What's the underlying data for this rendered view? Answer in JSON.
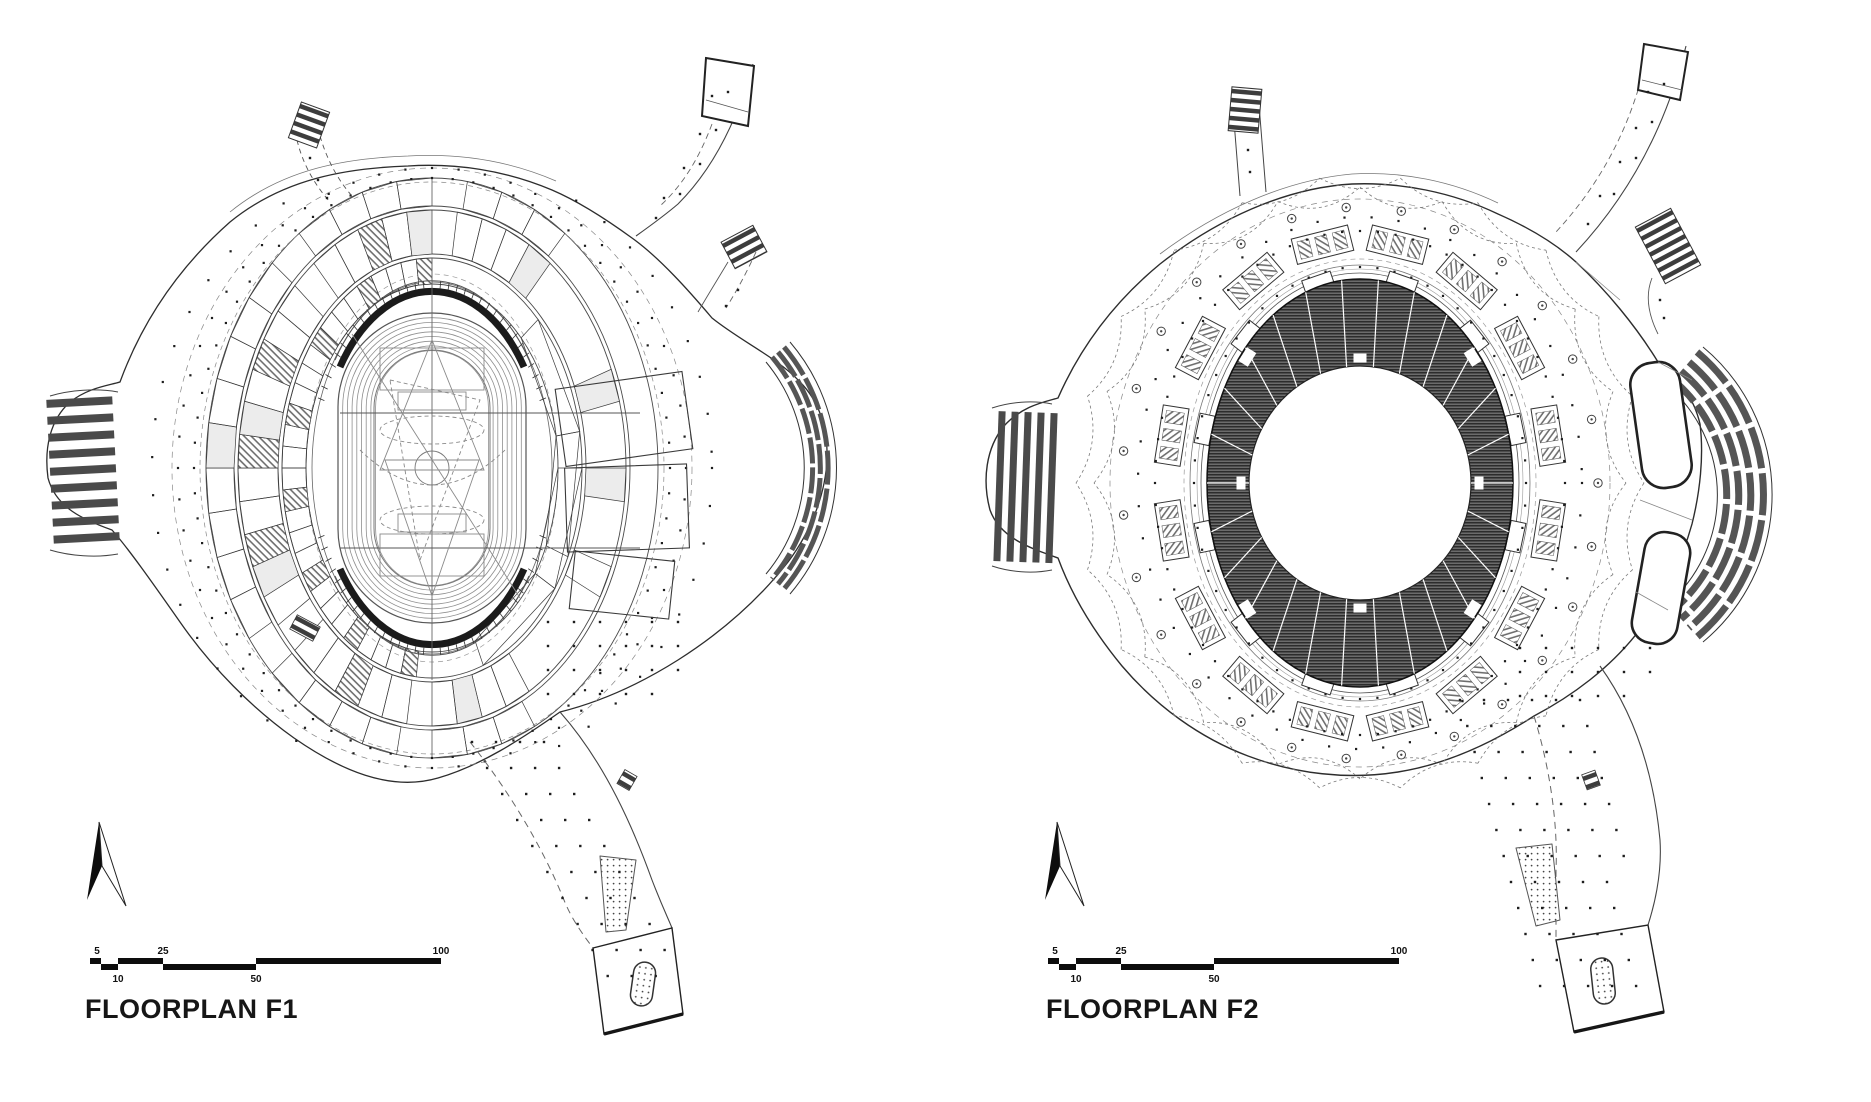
{
  "page": {
    "background": "#ffffff"
  },
  "colors": {
    "ink": "#1f1f1f",
    "line_mid": "#4a4a4a",
    "line_light": "#9a9a9a",
    "seating_fill": "#5f5f5f",
    "stripe_dark": "#3d3d3d",
    "paper": "#ffffff"
  },
  "plans": [
    {
      "id": "f1",
      "title": "FLOORPLAN F1",
      "icons": {
        "north_arrow": "north-arrow"
      },
      "scale_bar": {
        "units_top": [
          "5",
          "25",
          "100"
        ],
        "units_bottom": [
          "10",
          "50"
        ]
      }
    },
    {
      "id": "f2",
      "title": "FLOORPLAN F2",
      "icons": {
        "north_arrow": "north-arrow"
      },
      "scale_bar": {
        "units_top": [
          "5",
          "25",
          "100"
        ],
        "units_bottom": [
          "10",
          "50"
        ]
      }
    }
  ]
}
